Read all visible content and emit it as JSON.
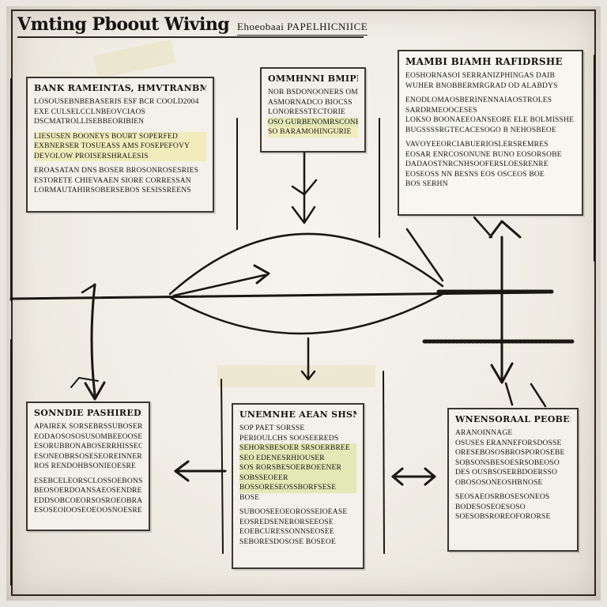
{
  "title": "Vmting Pboout Wiving",
  "subtitle": "Ehoeobaai PAPELHICNIICE",
  "boxes": {
    "top_left": {
      "heading": "BANK RAMEINTAS, HMVTRANBMOES",
      "lines": [
        "LOSOUSEBNBEBASERIS ESF BCR COOLD2004",
        "EXE CULSELCCLNBEOVCIAOS",
        "DSCMATROLLISEBBEORIBIEN",
        "LIESUSEN BOONEYS BOURT SOPERFED",
        "EXBNERSER TOSUEASS AMS FOSEPEFOVY",
        "DEVOLOW PROISERSHRALESIS",
        "EROASATAN DNS BOSER BROSONROSESRIES",
        "ESTORETE CHIEVAAEN SIORE CORRESSAN",
        "LORMAUTAHIRSOBERSEBOS SESISSREENS"
      ]
    },
    "top_mid": {
      "heading": "OMMHNNI BMIPEFRE",
      "lines": [
        "NOR BSDONOONERS OMBS,",
        "ASMORNADCO BIOCSS",
        "LONORESSTECTORIE",
        "OSO GURBENOMRSCONERIE",
        "SO BARAMOHINGURIE"
      ]
    },
    "top_right": {
      "heading": "MAMBI BIAMH RAFIDRSHE",
      "lines": [
        "EOSHORNASOI SERRANIZPHINGAS DAIB",
        "WUHER BNOBBERMRGRAD OD ALABDYS",
        "ENODLOMAOSBERINENNAIAOSTROLES",
        "SARDRMEOOCESES",
        "LOKSO BOONAEEOANSEORE ELE BOLMISSHE",
        "BUGSSSSRGTECACESOGO B NEHOSBEOE",
        "VAVOYEEORCIABUERIOSLERSREMRES",
        "EOSAR ENRCOSONUNE BUNO EOSORSOBE",
        "DADAOSTNRCNHSOOFERSLOESRENRE",
        "EOSEOSS NN BESNS EOS OSCEOS BOE",
        "BOS SERHN"
      ]
    },
    "bottom_left": {
      "heading": "SONNDIE PASHIREDNE",
      "lines": [
        "APAIREK SORSEBRSSUBOSER",
        "EODAOSOSOSUSOMBEEOOSESE",
        "ESORUBBONABOSERRHISSEOOS",
        "ESONEOBRSOSESEOREINNER",
        "ROS RENDOHBSONIEOESRE",
        "ESEBCELEORSCLOSSOEBONSER",
        "BEOSOERDOANSAEOSENDRE",
        "EDDSOBCOEORSOSROEOBRAESE",
        "ESOSEOIOOSEOEOOSNOESRE"
      ]
    },
    "bottom_mid": {
      "heading": "UNEMNHE AEAN SHSNNSE",
      "lines": [
        "SOP PAET SORSSE",
        "PERIOULCHS SOOSEEREDS",
        "SEHORSBESOER SRSOERBREE",
        "SEO EDENESRHIOUSER",
        "SOS RORSBESOERBOEENER",
        "SOBSSEOEER",
        "BOSSORESEOSSBORFSESE",
        "BOSE",
        "SUBOOSEEOEOROSSEIOEASE",
        "EOSREDSENERORSEEOSE",
        "EOEBCURESSONNSEOSEE",
        "SEBORESDOSOSE BOSEOE"
      ]
    },
    "bottom_right": {
      "heading": "WNENSORAAL PEOBESE",
      "lines": [
        "ARANOINNAGE",
        "OSUSES ERANNEFORSDOSSE",
        "ORESEBOSOSBROSPOROSEBE",
        "SOBSONSBESOESRSOBEOSO",
        "DES OUSBSOSERBDOERSSO",
        "OBOSOSONEOSHBNOSE",
        "SEOSAEOSRBOSESONEOS",
        "BODESOSEOESOSO",
        "SOESOBSROREOFORORSE"
      ]
    }
  }
}
